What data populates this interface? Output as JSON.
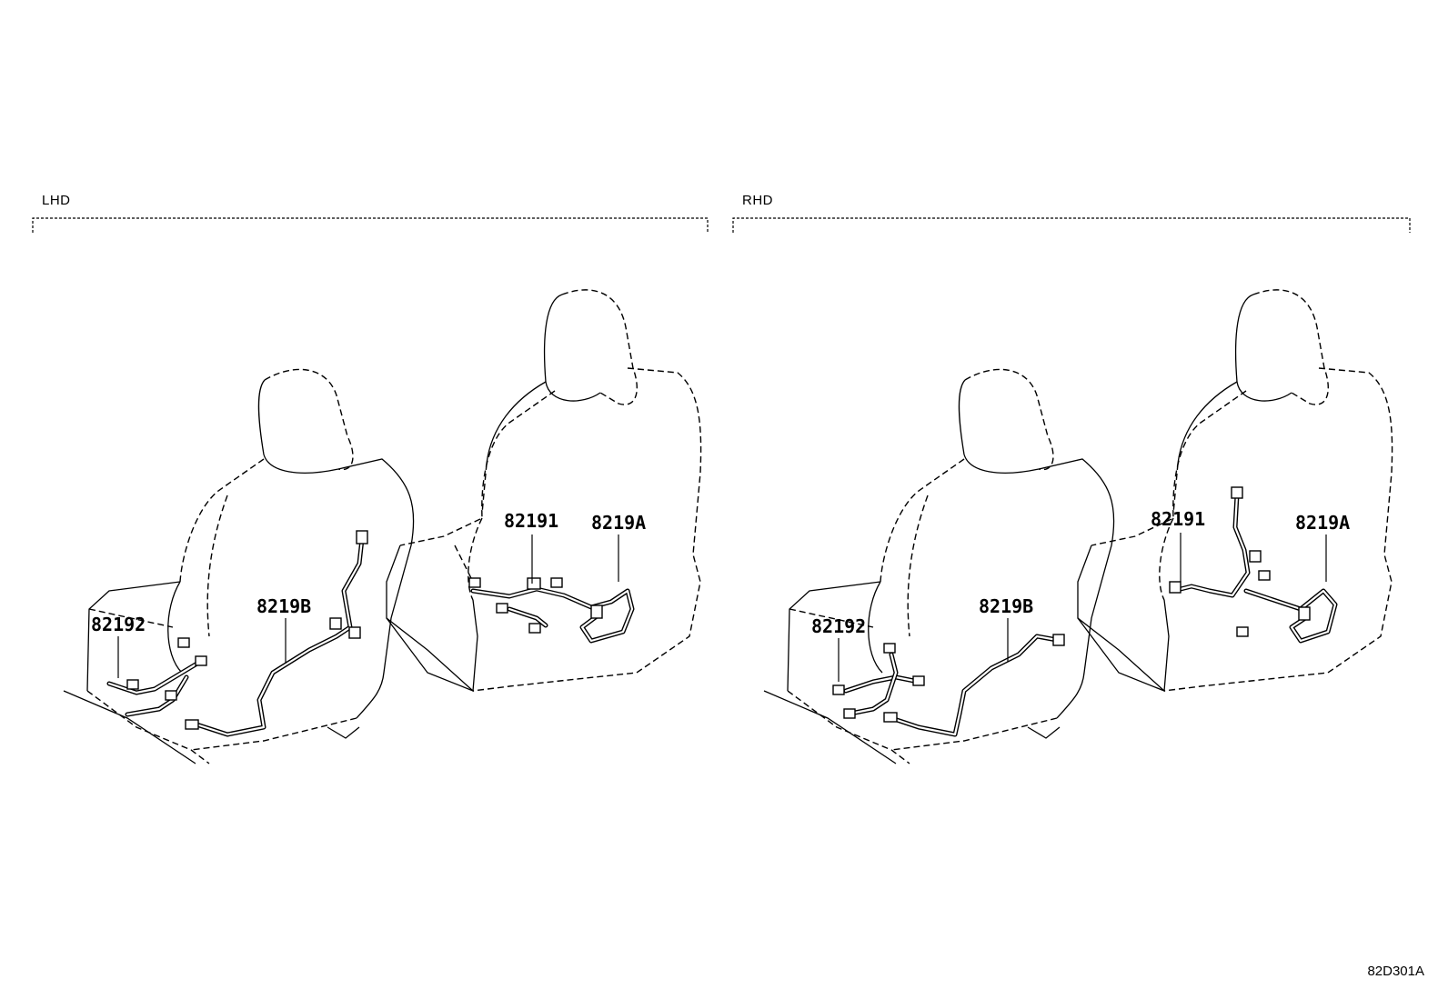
{
  "sections": {
    "lhd": {
      "label": "LHD"
    },
    "rhd": {
      "label": "RHD"
    }
  },
  "parts": {
    "lhd": {
      "p82191": "82191",
      "p8219A": "8219A",
      "p8219B": "8219B",
      "p82192": "82192"
    },
    "rhd": {
      "p82191": "82191",
      "p8219A": "8219A",
      "p8219B": "8219B",
      "p82192": "82192"
    }
  },
  "diagram_code": "82D301A"
}
